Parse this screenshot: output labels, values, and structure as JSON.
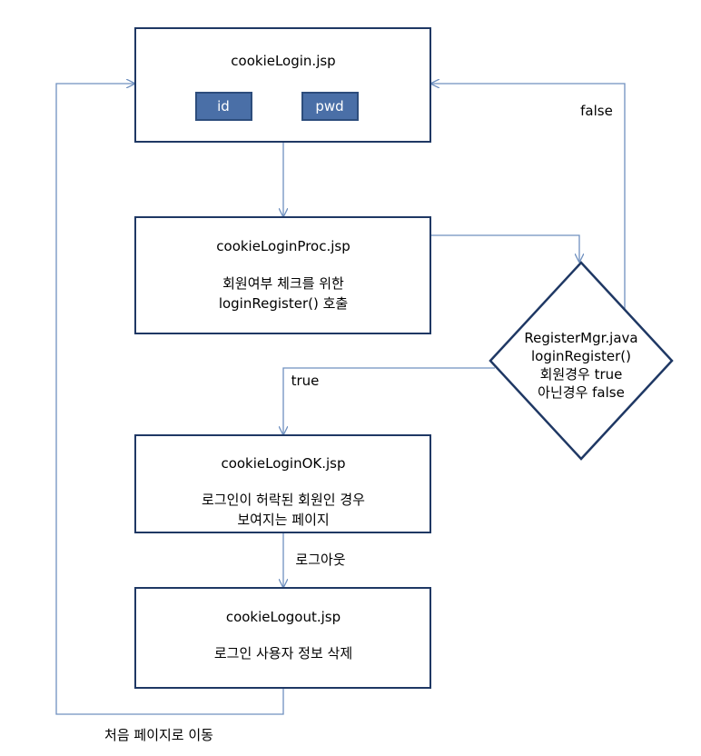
{
  "boxes": {
    "login": {
      "title": "cookieLogin.jsp",
      "fields": [
        "id",
        "pwd"
      ]
    },
    "proc": {
      "title": "cookieLoginProc.jsp",
      "lines": [
        "회원여부 체크를 위한",
        "loginRegister() 호출"
      ]
    },
    "ok": {
      "title": "cookieLoginOK.jsp",
      "lines": [
        "로그인이 허락된 회원인 경우",
        "보여지는 페이지"
      ]
    },
    "logout": {
      "title": "cookieLogout.jsp",
      "lines": [
        "로그인 사용자 정보 삭제"
      ]
    }
  },
  "decision": {
    "lines": [
      "RegisterMgr.java",
      "loginRegister()",
      "회원경우 true",
      "아닌경우 false"
    ]
  },
  "labels": {
    "false": "false",
    "true": "true",
    "logout": "로그아웃",
    "back_to_start": "처음 페이지로 이동"
  },
  "colors": {
    "box_border": "#1f3864",
    "connector": "#6f90bf",
    "field_fill": "#4a6fa7",
    "field_border": "#2d4d7c"
  }
}
